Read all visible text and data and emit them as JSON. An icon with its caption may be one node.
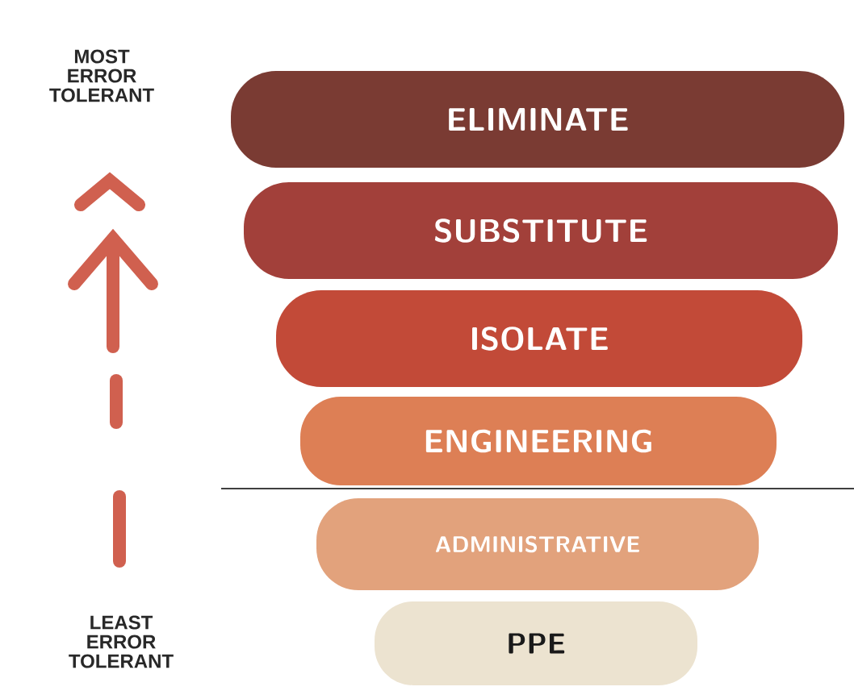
{
  "diagram": {
    "nodes": [
      {
        "text": [
          "ELIMINATE"
        ]
      },
      {
        "text": [
          "SUBSTITUTE"
        ]
      },
      {
        "text": [
          "ISOLATE"
        ]
      },
      {
        "text": [
          "ENGINEERING"
        ]
      },
      {
        "text": [
          "ADMINISTRATIVE"
        ]
      },
      {
        "text": [
          "PPE"
        ]
      }
    ],
    "labels": [
      "MOST ERROR TOLERANT",
      "LEAST ERROR TOLERANT"
    ]
  }
}
